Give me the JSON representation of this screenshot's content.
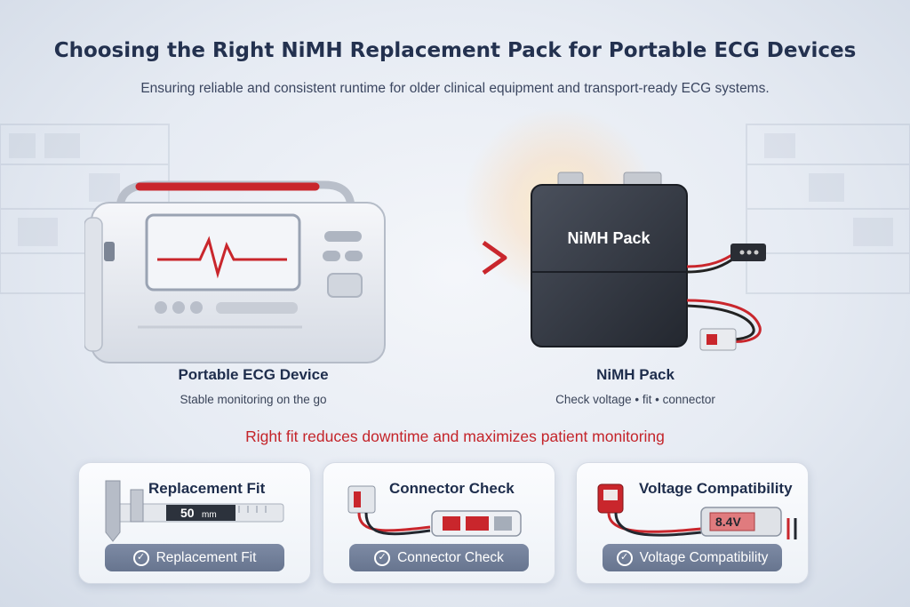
{
  "header": {
    "title": "Choosing the Right NiMH Replacement Pack for Portable ECG Devices",
    "subtitle": "Ensuring reliable and consistent runtime for older clinical equipment and transport-ready ECG systems."
  },
  "device": {
    "name": "Portable ECG Device",
    "caption": "Stable monitoring on the go"
  },
  "pack": {
    "body_label": "NiMH Pack",
    "name": "NiMH Pack",
    "caption": "Check voltage • fit • connector"
  },
  "tagline": "Right fit reduces downtime and maximizes patient monitoring",
  "cards": [
    {
      "title": "Replacement Fit",
      "art_readout": "50",
      "art_unit": "mm",
      "button": "Replacement Fit"
    },
    {
      "title": "Connector Check",
      "button": "Connector Check"
    },
    {
      "title": "Voltage Compatibility",
      "art_readout": "8.4V",
      "button": "Voltage Compatibility"
    }
  ],
  "colors": {
    "accent_red": "#c4242a",
    "navy_text": "#1f2f4d",
    "pill_gray": "#6f7d97",
    "pack_dark": "#2e3340"
  },
  "icons": [
    "ecg-waveform-icon",
    "arrow-right-icon",
    "check-circle-icon",
    "caliper-icon",
    "connector-icon",
    "voltmeter-icon"
  ]
}
